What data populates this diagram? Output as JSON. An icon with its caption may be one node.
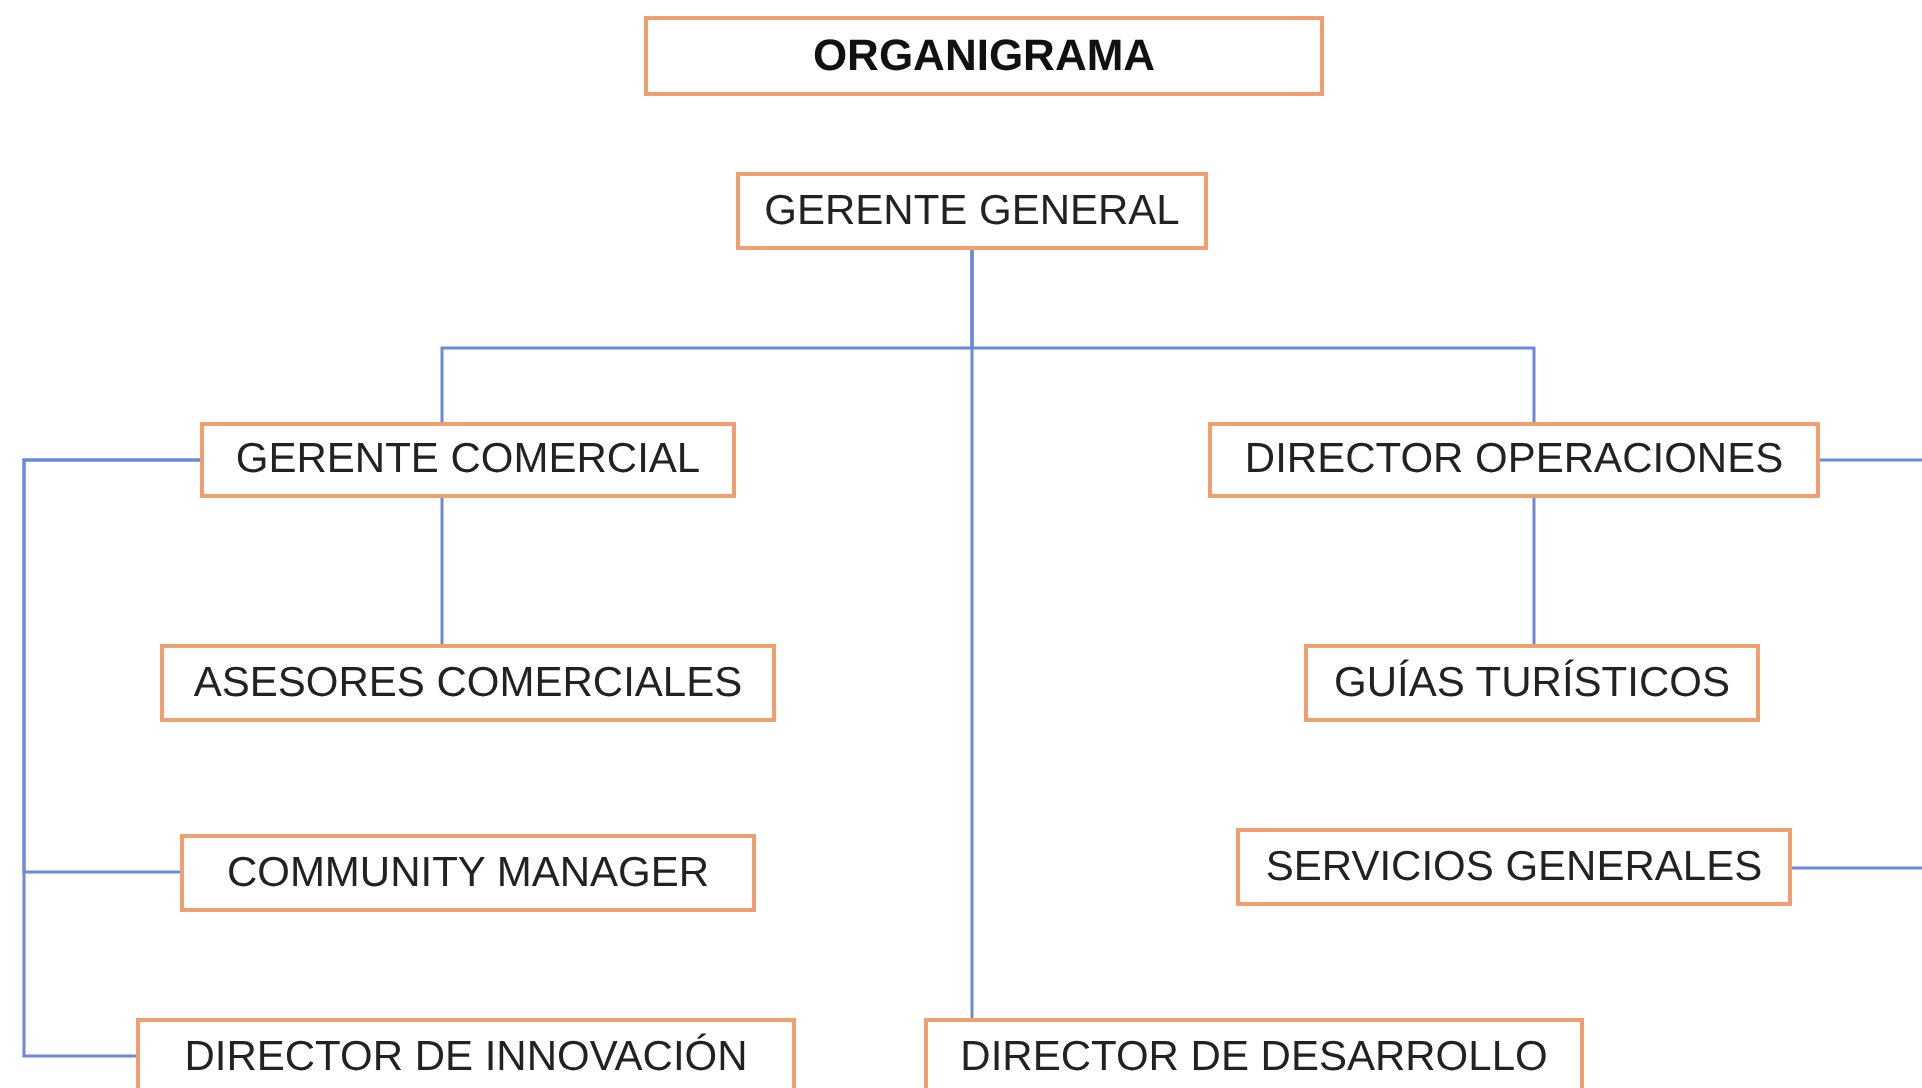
{
  "diagram": {
    "title": "ORGANIGRAMA",
    "nodes": [
      {
        "text": [
          "GERENTE GENERAL"
        ]
      },
      {
        "text": [
          "GERENTE COMERCIAL"
        ]
      },
      {
        "text": [
          "DIRECTOR OPERACIONES"
        ]
      },
      {
        "text": [
          "ASESORES COMERCIALES"
        ]
      },
      {
        "text": [
          "GUÍAS TURÍSTICOS"
        ]
      },
      {
        "text": [
          "COMMUNITY MANAGER"
        ]
      },
      {
        "text": [
          "SERVICIOS GENERALES"
        ]
      },
      {
        "text": [
          "DIRECTOR DE INNOVACIÓN"
        ]
      },
      {
        "text": [
          "DIRECTOR DE DESARROLLO"
        ]
      }
    ],
    "edges": [
      {
        "from": 0,
        "to": 1,
        "arrow": "none"
      },
      {
        "from": 0,
        "to": 2,
        "arrow": "none"
      },
      {
        "from": 0,
        "to": 8,
        "arrow": "none"
      },
      {
        "from": 1,
        "to": 3,
        "arrow": "none"
      },
      {
        "from": 2,
        "to": 4,
        "arrow": "none"
      },
      {
        "from": 1,
        "to": 5,
        "arrow": "none"
      },
      {
        "from": 1,
        "to": 7,
        "arrow": "none"
      },
      {
        "from": 2,
        "to": null,
        "arrow": "none"
      },
      {
        "from": 6,
        "to": null,
        "arrow": "none"
      }
    ]
  }
}
